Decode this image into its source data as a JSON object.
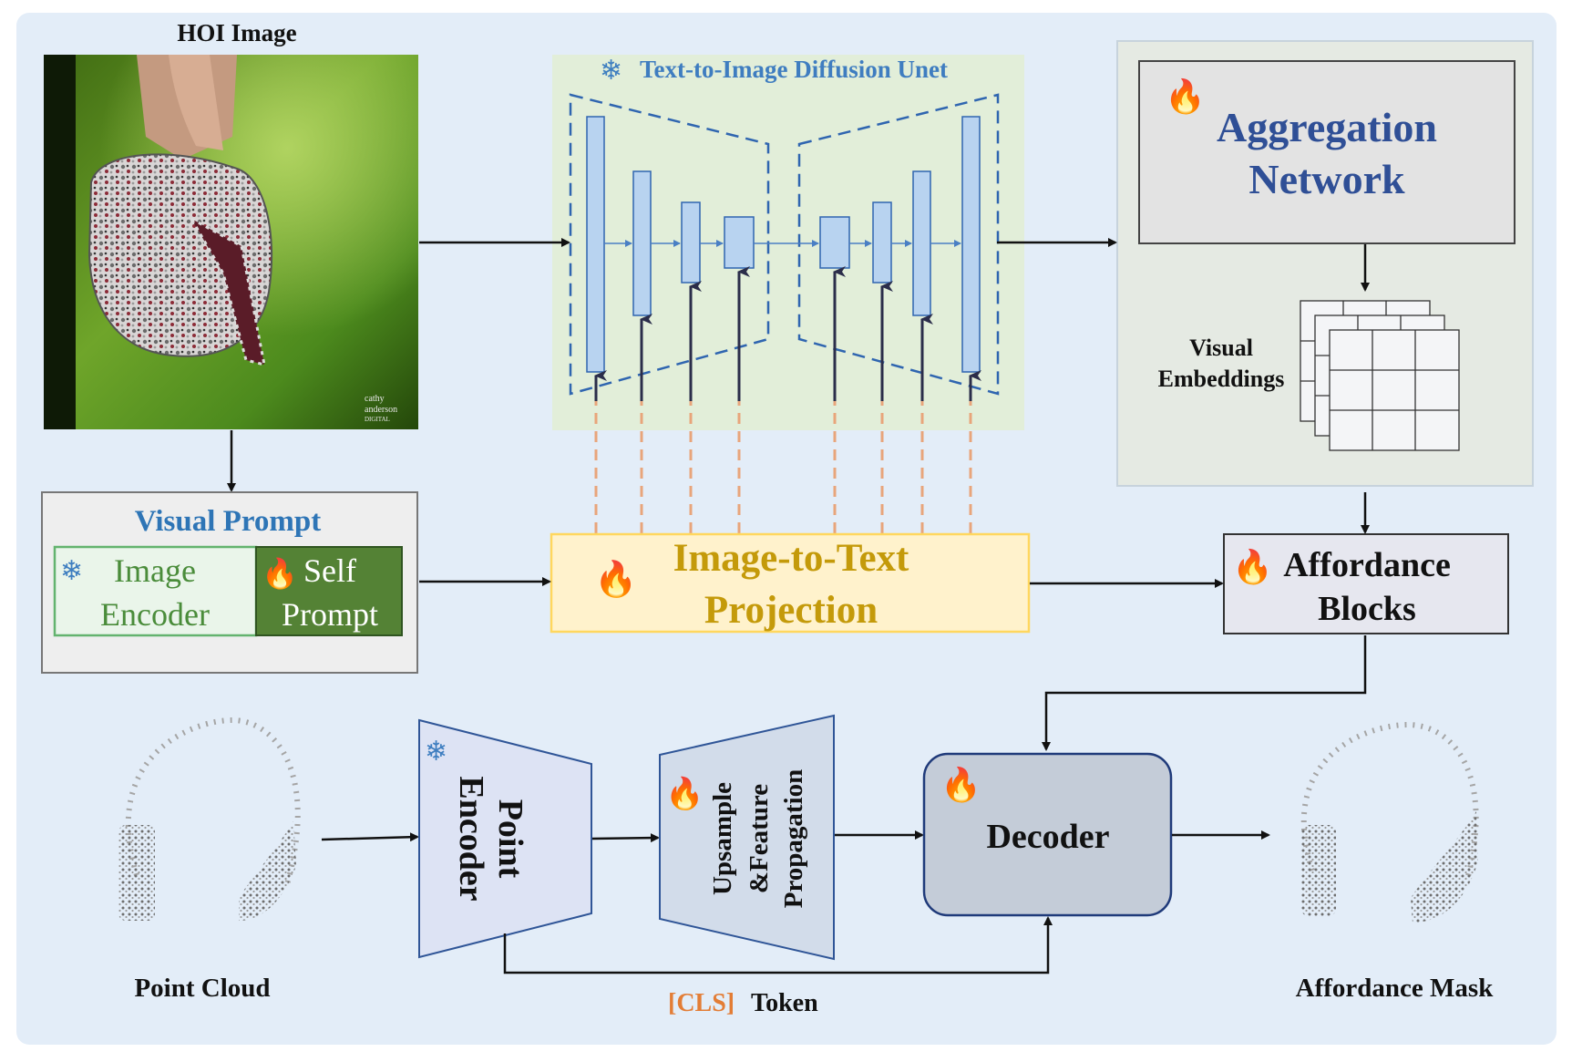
{
  "hoi_image": {
    "title": "HOI Image",
    "watermark_line1": "cathy",
    "watermark_line2": "anderson",
    "watermark_line3": "DIGITAL"
  },
  "unet": {
    "title": "Text-to-Image Diffusion Unet"
  },
  "aggregation": {
    "title_line1": "Aggregation",
    "title_line2": "Network"
  },
  "visual_embeddings": {
    "line1": "Visual",
    "line2": "Embeddings"
  },
  "visual_prompt": {
    "title": "Visual Prompt",
    "image_encoder_line1": "Image",
    "image_encoder_line2": "Encoder",
    "self_prompt_line1": "Self",
    "self_prompt_line2": "Prompt"
  },
  "projection": {
    "line1": "Image-to-Text",
    "line2": "Projection"
  },
  "affordance_blocks": {
    "line1": "Affordance",
    "line2": "Blocks"
  },
  "point_encoder": {
    "line1": "Point",
    "line2": "Encoder"
  },
  "upsample": {
    "line1": "Upsample",
    "line2": "&Feature",
    "line3": "Propagation"
  },
  "decoder": {
    "label": "Decoder"
  },
  "point_cloud": {
    "label": "Point Cloud"
  },
  "affordance_mask": {
    "label": "Affordance Mask"
  },
  "cls_token": {
    "bracket": "[CLS]",
    "word": "Token"
  },
  "colors": {
    "background": "#e3edf8",
    "unet_bg": "#e2eed9",
    "unet_blue": "#2f65b0",
    "block_fill": "#b8d3f0",
    "projection_fill": "#fff2cc",
    "projection_text": "#c49a0a",
    "self_prompt_fill": "#548235",
    "image_encoder_border": "#63b36e",
    "aggregation_text": "#2f4f96",
    "cls_orange": "#e37d36",
    "decoder_fill": "#c4ccd8"
  }
}
